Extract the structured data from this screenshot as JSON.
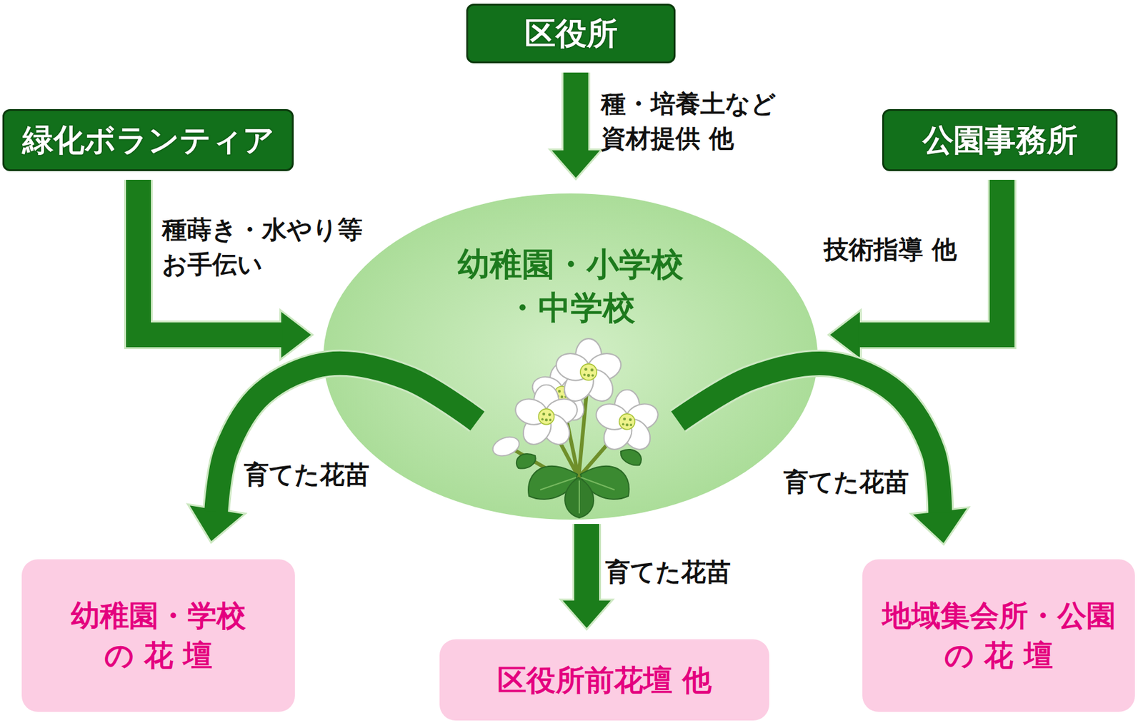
{
  "diagram": {
    "nodes": [
      {
        "text": [
          "区役所"
        ]
      },
      {
        "text": [
          "緑化ボランティア"
        ]
      },
      {
        "text": [
          "公園事務所"
        ]
      },
      {
        "text": [
          "幼稚園・小学校 ・中学校"
        ]
      },
      {
        "text": [
          "幼稚園・学校 の 花 壇"
        ]
      },
      {
        "text": [
          "区役所前花壇 他"
        ]
      },
      {
        "text": [
          "地域集会所・公園 の 花 壇"
        ]
      }
    ],
    "edges": [
      {
        "from": 0,
        "to": 3,
        "arrow": "to",
        "label": "種・培養土など 資材提供 他"
      },
      {
        "from": 1,
        "to": 3,
        "arrow": "to",
        "label": "種蒔き・水やり等 お手伝い"
      },
      {
        "from": 2,
        "to": 3,
        "arrow": "to",
        "label": "技術指導 他"
      },
      {
        "from": 3,
        "to": 4,
        "arrow": "to",
        "label": "育てた花苗"
      },
      {
        "from": 3,
        "to": 5,
        "arrow": "to",
        "label": "育てた花苗"
      },
      {
        "from": 3,
        "to": 6,
        "arrow": "to",
        "label": "育てた花苗"
      }
    ]
  }
}
